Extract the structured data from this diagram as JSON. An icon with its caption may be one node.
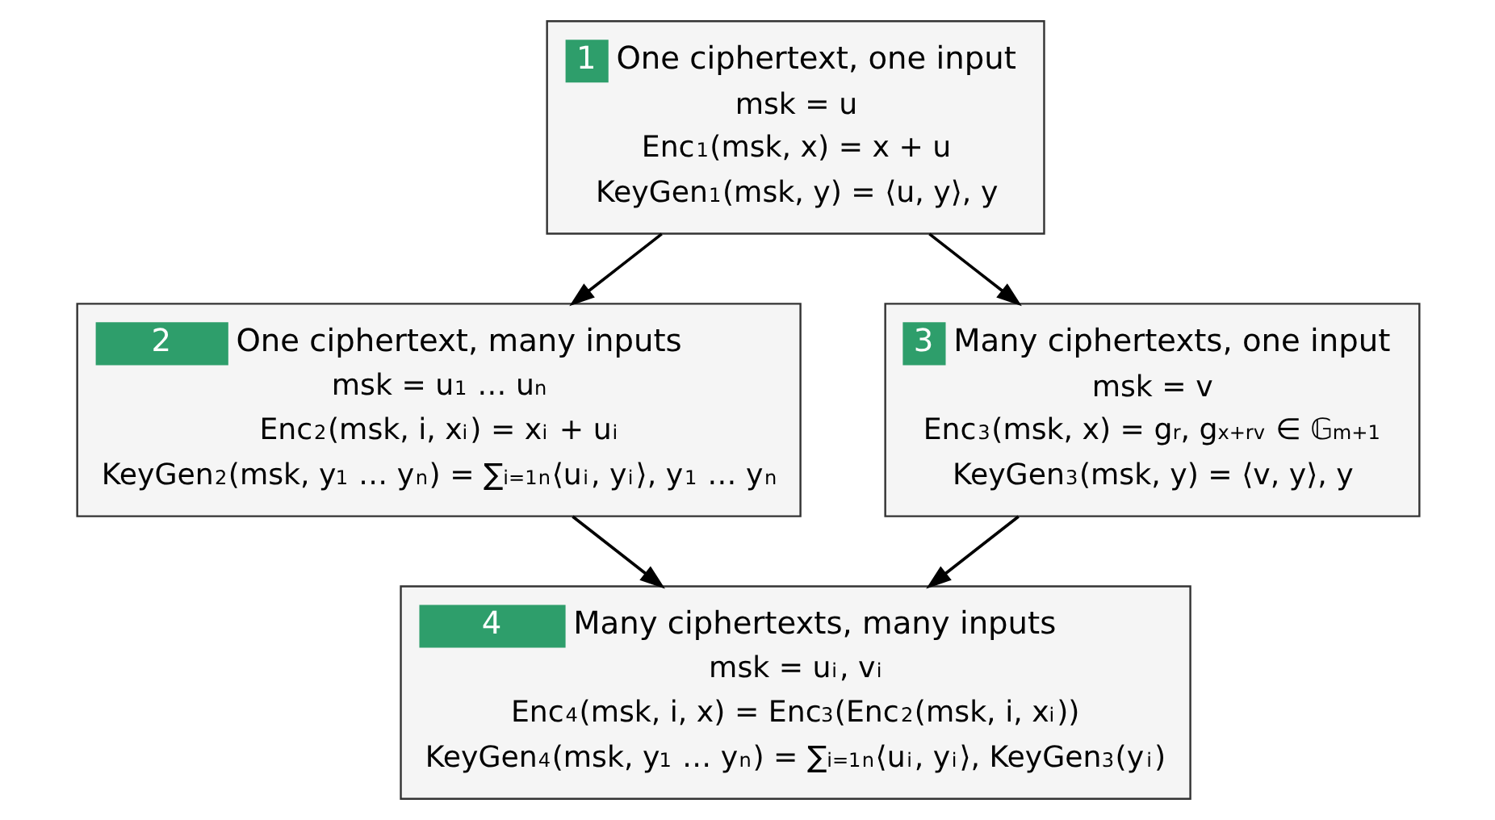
{
  "diagram": {
    "nodes": [
      {
        "text": [
          "1",
          "One ciphertext, one input",
          "msk = u",
          "Enc$_{1}$(msk, x) = x + u",
          "KeyGen$_{1}$(msk, y) = ⟨u, y⟩, y"
        ]
      },
      {
        "text": [
          "2",
          "One ciphertext, many inputs",
          "msk = u$_{1}$ … u$_{n}$",
          "Enc$_{2}$(msk, i, x$_{i}$) = x$_{i}$ + u$_{i}$",
          "KeyGen$_{2}$(msk, y$_{1}$ … y$_{n}$) = ∑$_{i=1}$$^{n}$⟨u$_{i}$, y$_{i}$⟩, y$_{1}$ … y$_{n}$"
        ]
      },
      {
        "text": [
          "3",
          "Many ciphertexts, one input",
          "msk = v",
          "Enc$_{3}$(msk, x) = g$^{r}$, g$^{x+rv}$ ∈ 𝔾$^{m+1}$",
          "KeyGen$_{3}$(msk, y) = ⟨v, y⟩, y"
        ]
      },
      {
        "text": [
          "4",
          "Many ciphertexts, many inputs",
          "msk = u$_{i}$, v$_{i}$",
          "Enc$_{4}$(msk, i, x) = Enc$_{3}$(Enc$_{2}$(msk, i, x$_{i}$))",
          "KeyGen$_{4}$(msk, y$_{1}$ … y$_{n}$) = ∑$_{i=1}$$^{n}$⟨u$_{i}$, y$_{i}$⟩, KeyGen$_{3}$(y$_{i}$)"
        ]
      }
    ],
    "edges": [
      {
        "from": 0,
        "to": 1,
        "arrow": "to"
      },
      {
        "from": 0,
        "to": 2,
        "arrow": "to"
      },
      {
        "from": 1,
        "to": 3,
        "arrow": "to"
      },
      {
        "from": 2,
        "to": 3,
        "arrow": "to"
      }
    ]
  }
}
